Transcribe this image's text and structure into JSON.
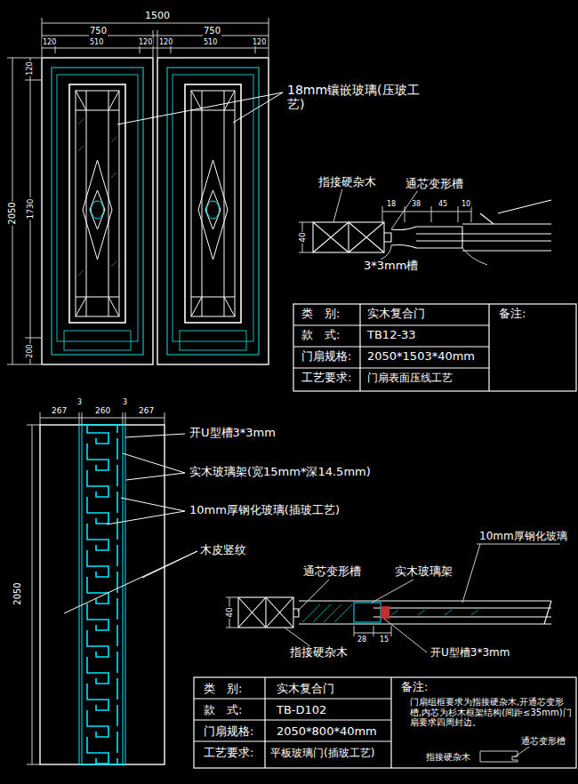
{
  "diagram": {
    "labels": [
      "1500",
      "750",
      "750",
      "120",
      "510",
      "120",
      "120",
      "510",
      "120",
      "2050",
      "1730",
      "120",
      "200",
      "18mm镶嵌玻璃(压玻工艺)",
      "指接硬杂木",
      "通芯变形槽",
      "18",
      "38",
      "45",
      "10",
      "40",
      "3*3mm槽",
      "类　别:",
      "实木复合门",
      "备注:",
      "款　式:",
      "TB12-33",
      "门扇规格:",
      "2050*1503*40mm",
      "工艺要求:",
      "门扇表面压线工艺",
      "267",
      "3",
      "260",
      "3",
      "267",
      "2050",
      "开U型槽3*3mm",
      "实木玻璃架(宽15mm*深14.5mm)",
      "10mm厚钢化玻璃(插玻工艺)",
      "木皮竖纹",
      "10mm厚钢化玻璃",
      "通芯变形槽",
      "实木玻璃架",
      "40",
      "指接硬杂木",
      "28",
      "15",
      "开U型槽3*3mm",
      "类　别:",
      "实木复合门",
      "款　式:",
      "TB-D102",
      "门扇规格:",
      "2050*800*40mm",
      "工艺要求:",
      "平板玻璃门(插玻工艺)",
      "备注:",
      "门扇组框要求为指接硬杂木,开通芯变形槽,内芯为杉木框架结构(间距≤35mm)门扇要求四周封边。",
      "通芯变形槽",
      "指接硬杂木"
    ]
  }
}
